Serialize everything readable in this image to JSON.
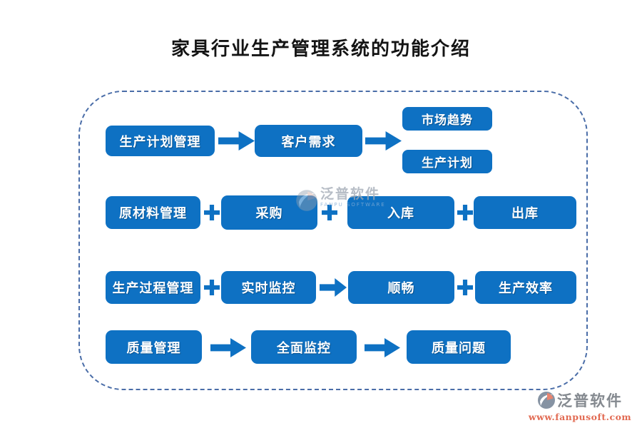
{
  "title": "家具行业生产管理系统的功能介绍",
  "colors": {
    "node_blue": "#0e71c3",
    "frame_dash_blue": "#4a6da8",
    "footer_brand_gray": "#84898f",
    "footer_url_red": "#e26a52"
  },
  "flow": {
    "row1": {
      "box1": "生产计划管理",
      "box2": "客户需求",
      "out_top": "市场趋势",
      "out_bottom": "生产计划"
    },
    "row2": {
      "box1": "原材料管理",
      "box2": "采购",
      "box3": "入库",
      "box4": "出库"
    },
    "row3": {
      "box1": "生产过程管理",
      "box2": "实时监控",
      "box3": "顺畅",
      "box4": "生产效率"
    },
    "row4": {
      "box1": "质量管理",
      "box2": "全面监控",
      "box3": "质量问题"
    }
  },
  "watermark": {
    "brand": "泛普软件",
    "subtitle": "FANPU SOFTWARE"
  },
  "footer": {
    "brand": "泛普软件",
    "url": "www.fanpusoft.com"
  }
}
